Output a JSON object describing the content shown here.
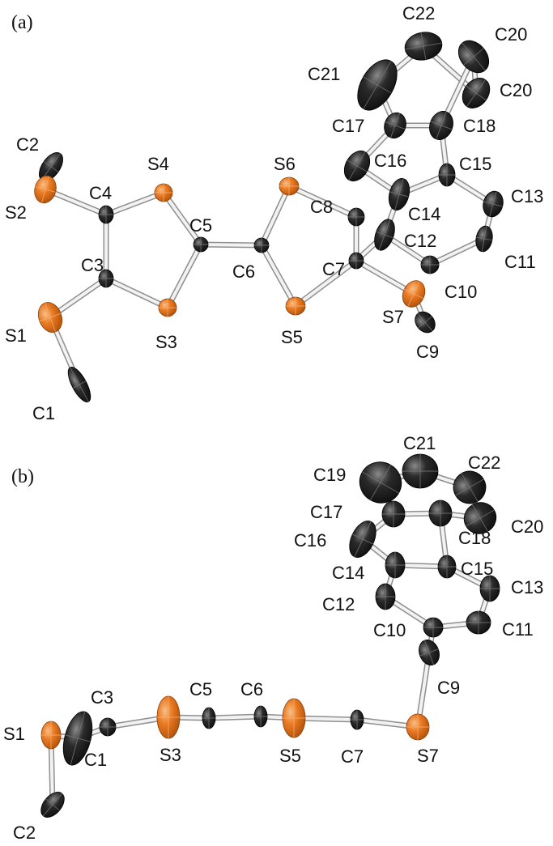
{
  "panels": [
    {
      "id": "a",
      "label": "(a)",
      "atoms": [
        {
          "id": "C1",
          "label": "C1",
          "el": "C"
        },
        {
          "id": "S1",
          "label": "S1",
          "el": "S"
        },
        {
          "id": "C2",
          "label": "C2",
          "el": "C"
        },
        {
          "id": "S2",
          "label": "S2",
          "el": "S"
        },
        {
          "id": "C3",
          "label": "C3",
          "el": "C"
        },
        {
          "id": "C4",
          "label": "C4",
          "el": "C"
        },
        {
          "id": "S3",
          "label": "S3",
          "el": "S"
        },
        {
          "id": "S4",
          "label": "S4",
          "el": "S"
        },
        {
          "id": "C5",
          "label": "C5",
          "el": "C"
        },
        {
          "id": "C6",
          "label": "C6",
          "el": "C"
        },
        {
          "id": "S5",
          "label": "S5",
          "el": "S"
        },
        {
          "id": "S6",
          "label": "S6",
          "el": "S"
        },
        {
          "id": "C7",
          "label": "C7",
          "el": "C"
        },
        {
          "id": "C8",
          "label": "C8",
          "el": "C"
        },
        {
          "id": "S7",
          "label": "S7",
          "el": "S"
        },
        {
          "id": "C9",
          "label": "C9",
          "el": "C"
        },
        {
          "id": "C10",
          "label": "C10",
          "el": "C"
        },
        {
          "id": "C11",
          "label": "C11",
          "el": "C"
        },
        {
          "id": "C12",
          "label": "C12",
          "el": "C"
        },
        {
          "id": "C13",
          "label": "C13",
          "el": "C"
        },
        {
          "id": "C14",
          "label": "C14",
          "el": "C"
        },
        {
          "id": "C15",
          "label": "C15",
          "el": "C"
        },
        {
          "id": "C16",
          "label": "C16",
          "el": "C"
        },
        {
          "id": "C17",
          "label": "C17",
          "el": "C"
        },
        {
          "id": "C18",
          "label": "C18",
          "el": "C"
        },
        {
          "id": "C20a",
          "label": "C20",
          "el": "C"
        },
        {
          "id": "C20b",
          "label": "C20",
          "el": "C"
        },
        {
          "id": "C21",
          "label": "C21",
          "el": "C"
        },
        {
          "id": "C22",
          "label": "C22",
          "el": "C"
        }
      ],
      "bonds": [
        [
          "S1",
          "C1"
        ],
        [
          "S1",
          "C3"
        ],
        [
          "S2",
          "C2"
        ],
        [
          "S2",
          "C4"
        ],
        [
          "C3",
          "C4"
        ],
        [
          "C3",
          "S3"
        ],
        [
          "C4",
          "S4"
        ],
        [
          "S3",
          "C5"
        ],
        [
          "S4",
          "C5"
        ],
        [
          "C5",
          "C6"
        ],
        [
          "C6",
          "S5"
        ],
        [
          "C6",
          "S6"
        ],
        [
          "S5",
          "C7"
        ],
        [
          "S6",
          "C8"
        ],
        [
          "C7",
          "C8"
        ],
        [
          "C7",
          "C12"
        ],
        [
          "C7",
          "S7"
        ],
        [
          "S7",
          "C9"
        ],
        [
          "C10",
          "C12"
        ],
        [
          "C10",
          "C11"
        ],
        [
          "C11",
          "C13"
        ],
        [
          "C13",
          "C15"
        ],
        [
          "C12",
          "C14"
        ],
        [
          "C14",
          "C15"
        ],
        [
          "C14",
          "C16"
        ],
        [
          "C15",
          "C18"
        ],
        [
          "C16",
          "C17"
        ],
        [
          "C17",
          "C18"
        ],
        [
          "C17",
          "C21"
        ],
        [
          "C21",
          "C22"
        ],
        [
          "C22",
          "C20a"
        ],
        [
          "C20a",
          "C20b"
        ],
        [
          "C20b",
          "C18"
        ]
      ]
    },
    {
      "id": "b",
      "label": "(b)",
      "atoms": [
        {
          "id": "S1",
          "label": "S1",
          "el": "S"
        },
        {
          "id": "C1",
          "label": "C1",
          "el": "C"
        },
        {
          "id": "C2",
          "label": "C2",
          "el": "C"
        },
        {
          "id": "C3",
          "label": "C3",
          "el": "C"
        },
        {
          "id": "S3",
          "label": "S3",
          "el": "S"
        },
        {
          "id": "C5",
          "label": "C5",
          "el": "C"
        },
        {
          "id": "C6",
          "label": "C6",
          "el": "C"
        },
        {
          "id": "S5",
          "label": "S5",
          "el": "S"
        },
        {
          "id": "C7",
          "label": "C7",
          "el": "C"
        },
        {
          "id": "S7",
          "label": "S7",
          "el": "S"
        },
        {
          "id": "C9",
          "label": "C9",
          "el": "C"
        },
        {
          "id": "C10",
          "label": "C10",
          "el": "C"
        },
        {
          "id": "C11",
          "label": "C11",
          "el": "C"
        },
        {
          "id": "C12",
          "label": "C12",
          "el": "C"
        },
        {
          "id": "C13",
          "label": "C13",
          "el": "C"
        },
        {
          "id": "C14",
          "label": "C14",
          "el": "C"
        },
        {
          "id": "C15",
          "label": "C15",
          "el": "C"
        },
        {
          "id": "C16",
          "label": "C16",
          "el": "C"
        },
        {
          "id": "C17",
          "label": "C17",
          "el": "C"
        },
        {
          "id": "C18",
          "label": "C18",
          "el": "C"
        },
        {
          "id": "C19",
          "label": "C19",
          "el": "C"
        },
        {
          "id": "C20",
          "label": "C20",
          "el": "C"
        },
        {
          "id": "C21",
          "label": "C21",
          "el": "C"
        },
        {
          "id": "C22",
          "label": "C22",
          "el": "C"
        }
      ],
      "bonds": [
        [
          "S1",
          "C1"
        ],
        [
          "S1",
          "C2"
        ],
        [
          "C1",
          "C3"
        ],
        [
          "C3",
          "S3"
        ],
        [
          "S3",
          "C5"
        ],
        [
          "C5",
          "C6"
        ],
        [
          "C6",
          "S5"
        ],
        [
          "S5",
          "C7"
        ],
        [
          "C7",
          "S7"
        ],
        [
          "S7",
          "C9"
        ],
        [
          "C9",
          "C10"
        ],
        [
          "C10",
          "C12"
        ],
        [
          "C10",
          "C11"
        ],
        [
          "C12",
          "C14"
        ],
        [
          "C11",
          "C13"
        ],
        [
          "C13",
          "C15"
        ],
        [
          "C14",
          "C15"
        ],
        [
          "C14",
          "C16"
        ],
        [
          "C15",
          "C18"
        ],
        [
          "C16",
          "C17"
        ],
        [
          "C17",
          "C18"
        ],
        [
          "C17",
          "C19"
        ],
        [
          "C19",
          "C21"
        ],
        [
          "C21",
          "C22"
        ],
        [
          "C22",
          "C20"
        ],
        [
          "C20",
          "C18"
        ]
      ]
    }
  ],
  "colors": {
    "carbon": "#1b1b1b",
    "carbon_highlight": "#7a7a7a",
    "sulfur": "#e8751f",
    "sulfur_highlight": "#f6b070",
    "bond": "#d9d9d9",
    "label": "#111111"
  }
}
